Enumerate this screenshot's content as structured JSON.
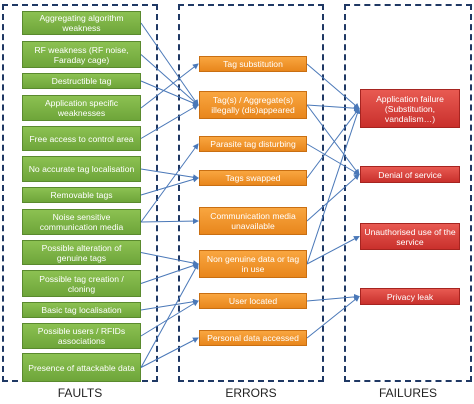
{
  "columns": {
    "faults": "FAULTS",
    "errors": "ERRORS",
    "failures": "FAILURES"
  },
  "colors": {
    "fault": "#7cb342",
    "error": "#f39c33",
    "failure": "#d9413c",
    "frame": "#1f3864",
    "arrow": "#4a78b8"
  },
  "faults": [
    "Aggregating algorithm weakness",
    "RF weakness (RF noise, Faraday cage)",
    "Destructible tag",
    "Application specific weaknesses",
    "Free access to control area",
    "No accurate tag localisation",
    "Removable tags",
    "Noise sensitive communication media",
    "Possible alteration of genuine tags",
    "Possible tag creation / cloning",
    "Basic tag localisation",
    "Possible users / RFIDs associations",
    "Presence of attackable data"
  ],
  "errors": [
    "Tag substitution",
    "Tag(s) / Aggregate(s) illegally (dis)appeared",
    "Parasite tag disturbing",
    "Tags swapped",
    "Communication media unavailable",
    "Non genuine data or tag in use",
    "User located",
    "Personal data accessed"
  ],
  "failures": [
    "Application failure (Substitution, vandalism…)",
    "Denial of service",
    "Unauthorised use of the service",
    "Privacy leak"
  ],
  "links": [
    {
      "from": "fault",
      "fi": 0,
      "to": "error",
      "ti": 1
    },
    {
      "from": "fault",
      "fi": 1,
      "to": "error",
      "ti": 1
    },
    {
      "from": "fault",
      "fi": 2,
      "to": "error",
      "ti": 1
    },
    {
      "from": "fault",
      "fi": 3,
      "to": "error",
      "ti": 0
    },
    {
      "from": "fault",
      "fi": 4,
      "to": "error",
      "ti": 1
    },
    {
      "from": "fault",
      "fi": 5,
      "to": "error",
      "ti": 3
    },
    {
      "from": "fault",
      "fi": 6,
      "to": "error",
      "ti": 3
    },
    {
      "from": "fault",
      "fi": 7,
      "to": "error",
      "ti": 2
    },
    {
      "from": "fault",
      "fi": 7,
      "to": "error",
      "ti": 4
    },
    {
      "from": "fault",
      "fi": 8,
      "to": "error",
      "ti": 5
    },
    {
      "from": "fault",
      "fi": 9,
      "to": "error",
      "ti": 5
    },
    {
      "from": "fault",
      "fi": 10,
      "to": "error",
      "ti": 6
    },
    {
      "from": "fault",
      "fi": 11,
      "to": "error",
      "ti": 6
    },
    {
      "from": "fault",
      "fi": 12,
      "to": "error",
      "ti": 7
    },
    {
      "from": "fault",
      "fi": 12,
      "to": "error",
      "ti": 5
    },
    {
      "from": "error",
      "fi": 0,
      "to": "failure",
      "ti": 0
    },
    {
      "from": "error",
      "fi": 1,
      "to": "failure",
      "ti": 0
    },
    {
      "from": "error",
      "fi": 1,
      "to": "failure",
      "ti": 1
    },
    {
      "from": "error",
      "fi": 2,
      "to": "failure",
      "ti": 1
    },
    {
      "from": "error",
      "fi": 3,
      "to": "failure",
      "ti": 0
    },
    {
      "from": "error",
      "fi": 4,
      "to": "failure",
      "ti": 1
    },
    {
      "from": "error",
      "fi": 5,
      "to": "failure",
      "ti": 0
    },
    {
      "from": "error",
      "fi": 5,
      "to": "failure",
      "ti": 2
    },
    {
      "from": "error",
      "fi": 6,
      "to": "failure",
      "ti": 3
    },
    {
      "from": "error",
      "fi": 7,
      "to": "failure",
      "ti": 3
    }
  ]
}
